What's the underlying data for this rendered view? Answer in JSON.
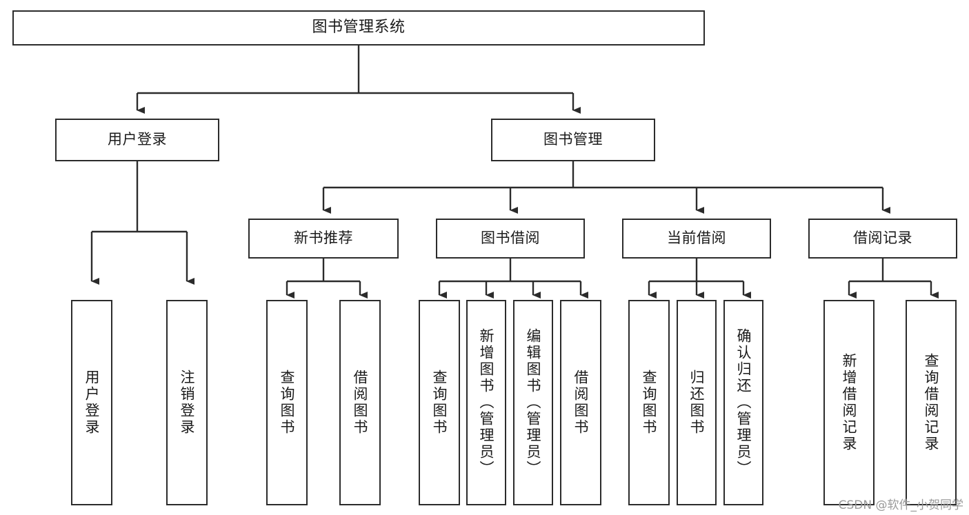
{
  "diagram": {
    "title": "图书管理系统",
    "type": "tree-hierarchy",
    "watermark": "CSDN @软件_小贺同学",
    "colors": {
      "border": "#2b2b2b",
      "background": "#ffffff",
      "text": "#1a1a1a",
      "edge": "#2b2b2b",
      "watermark": "#9a9a9a"
    }
  },
  "nodes": {
    "root": {
      "label": "图书管理系统"
    },
    "level1": [
      {
        "id": "user-login",
        "label": "用户登录"
      },
      {
        "id": "book-management",
        "label": "图书管理"
      }
    ],
    "level2": [
      {
        "id": "new-book-recommend",
        "label": "新书推荐"
      },
      {
        "id": "book-borrow",
        "label": "图书借阅"
      },
      {
        "id": "current-borrow",
        "label": "当前借阅"
      },
      {
        "id": "borrow-record",
        "label": "借阅记录"
      }
    ],
    "leaves": {
      "user_login": [
        {
          "id": "leaf-user-login",
          "label": "用户登录"
        },
        {
          "id": "leaf-logout-login",
          "label": "注销登录"
        }
      ],
      "new_book_recommend": [
        {
          "id": "leaf-query-book-1",
          "label": "查询图书"
        },
        {
          "id": "leaf-borrow-book-1",
          "label": "借阅图书"
        }
      ],
      "book_borrow": [
        {
          "id": "leaf-query-book-2",
          "label": "查询图书"
        },
        {
          "id": "leaf-add-book",
          "label": "新增图书（管理员）"
        },
        {
          "id": "leaf-edit-book",
          "label": "编辑图书（管理员）"
        },
        {
          "id": "leaf-borrow-book-2",
          "label": "借阅图书"
        }
      ],
      "current_borrow": [
        {
          "id": "leaf-query-book-3",
          "label": "查询图书"
        },
        {
          "id": "leaf-return-book",
          "label": "归还图书"
        },
        {
          "id": "leaf-confirm-return",
          "label": "确认归还（管理员）"
        }
      ],
      "borrow_record": [
        {
          "id": "leaf-add-record",
          "label": "新增借阅记录"
        },
        {
          "id": "leaf-query-record",
          "label": "查询借阅记录"
        }
      ]
    }
  }
}
